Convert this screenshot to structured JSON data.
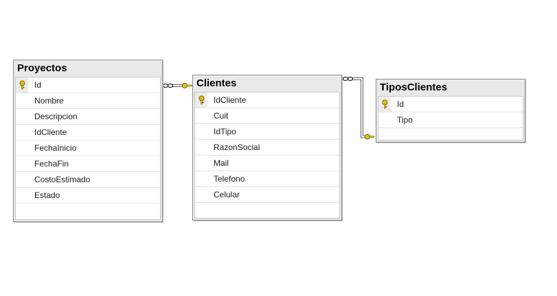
{
  "tables": {
    "proyectos": {
      "title": "Proyectos",
      "pk": "Id",
      "columns": [
        "Nombre",
        "Descripcion",
        "IdCliente",
        "FechaInicio",
        "FechaFin",
        "CostoEstimado",
        "Estado"
      ]
    },
    "clientes": {
      "title": "Clientes",
      "pk": "IdCliente",
      "columns": [
        "Cuit",
        "IdTipo",
        "RazonSocial",
        "Mail",
        "Telefono",
        "Celular"
      ]
    },
    "tiposclientes": {
      "title": "TiposClientes",
      "pk": "Id",
      "columns": [
        "Tipo"
      ]
    }
  },
  "colors": {
    "key_gold": "#e0c21a",
    "key_outline": "#7a6300",
    "line": "#5a5a5a"
  },
  "icons": {
    "primary_key": "key-icon",
    "many_end": "infinity-icon",
    "one_end": "key-icon"
  }
}
